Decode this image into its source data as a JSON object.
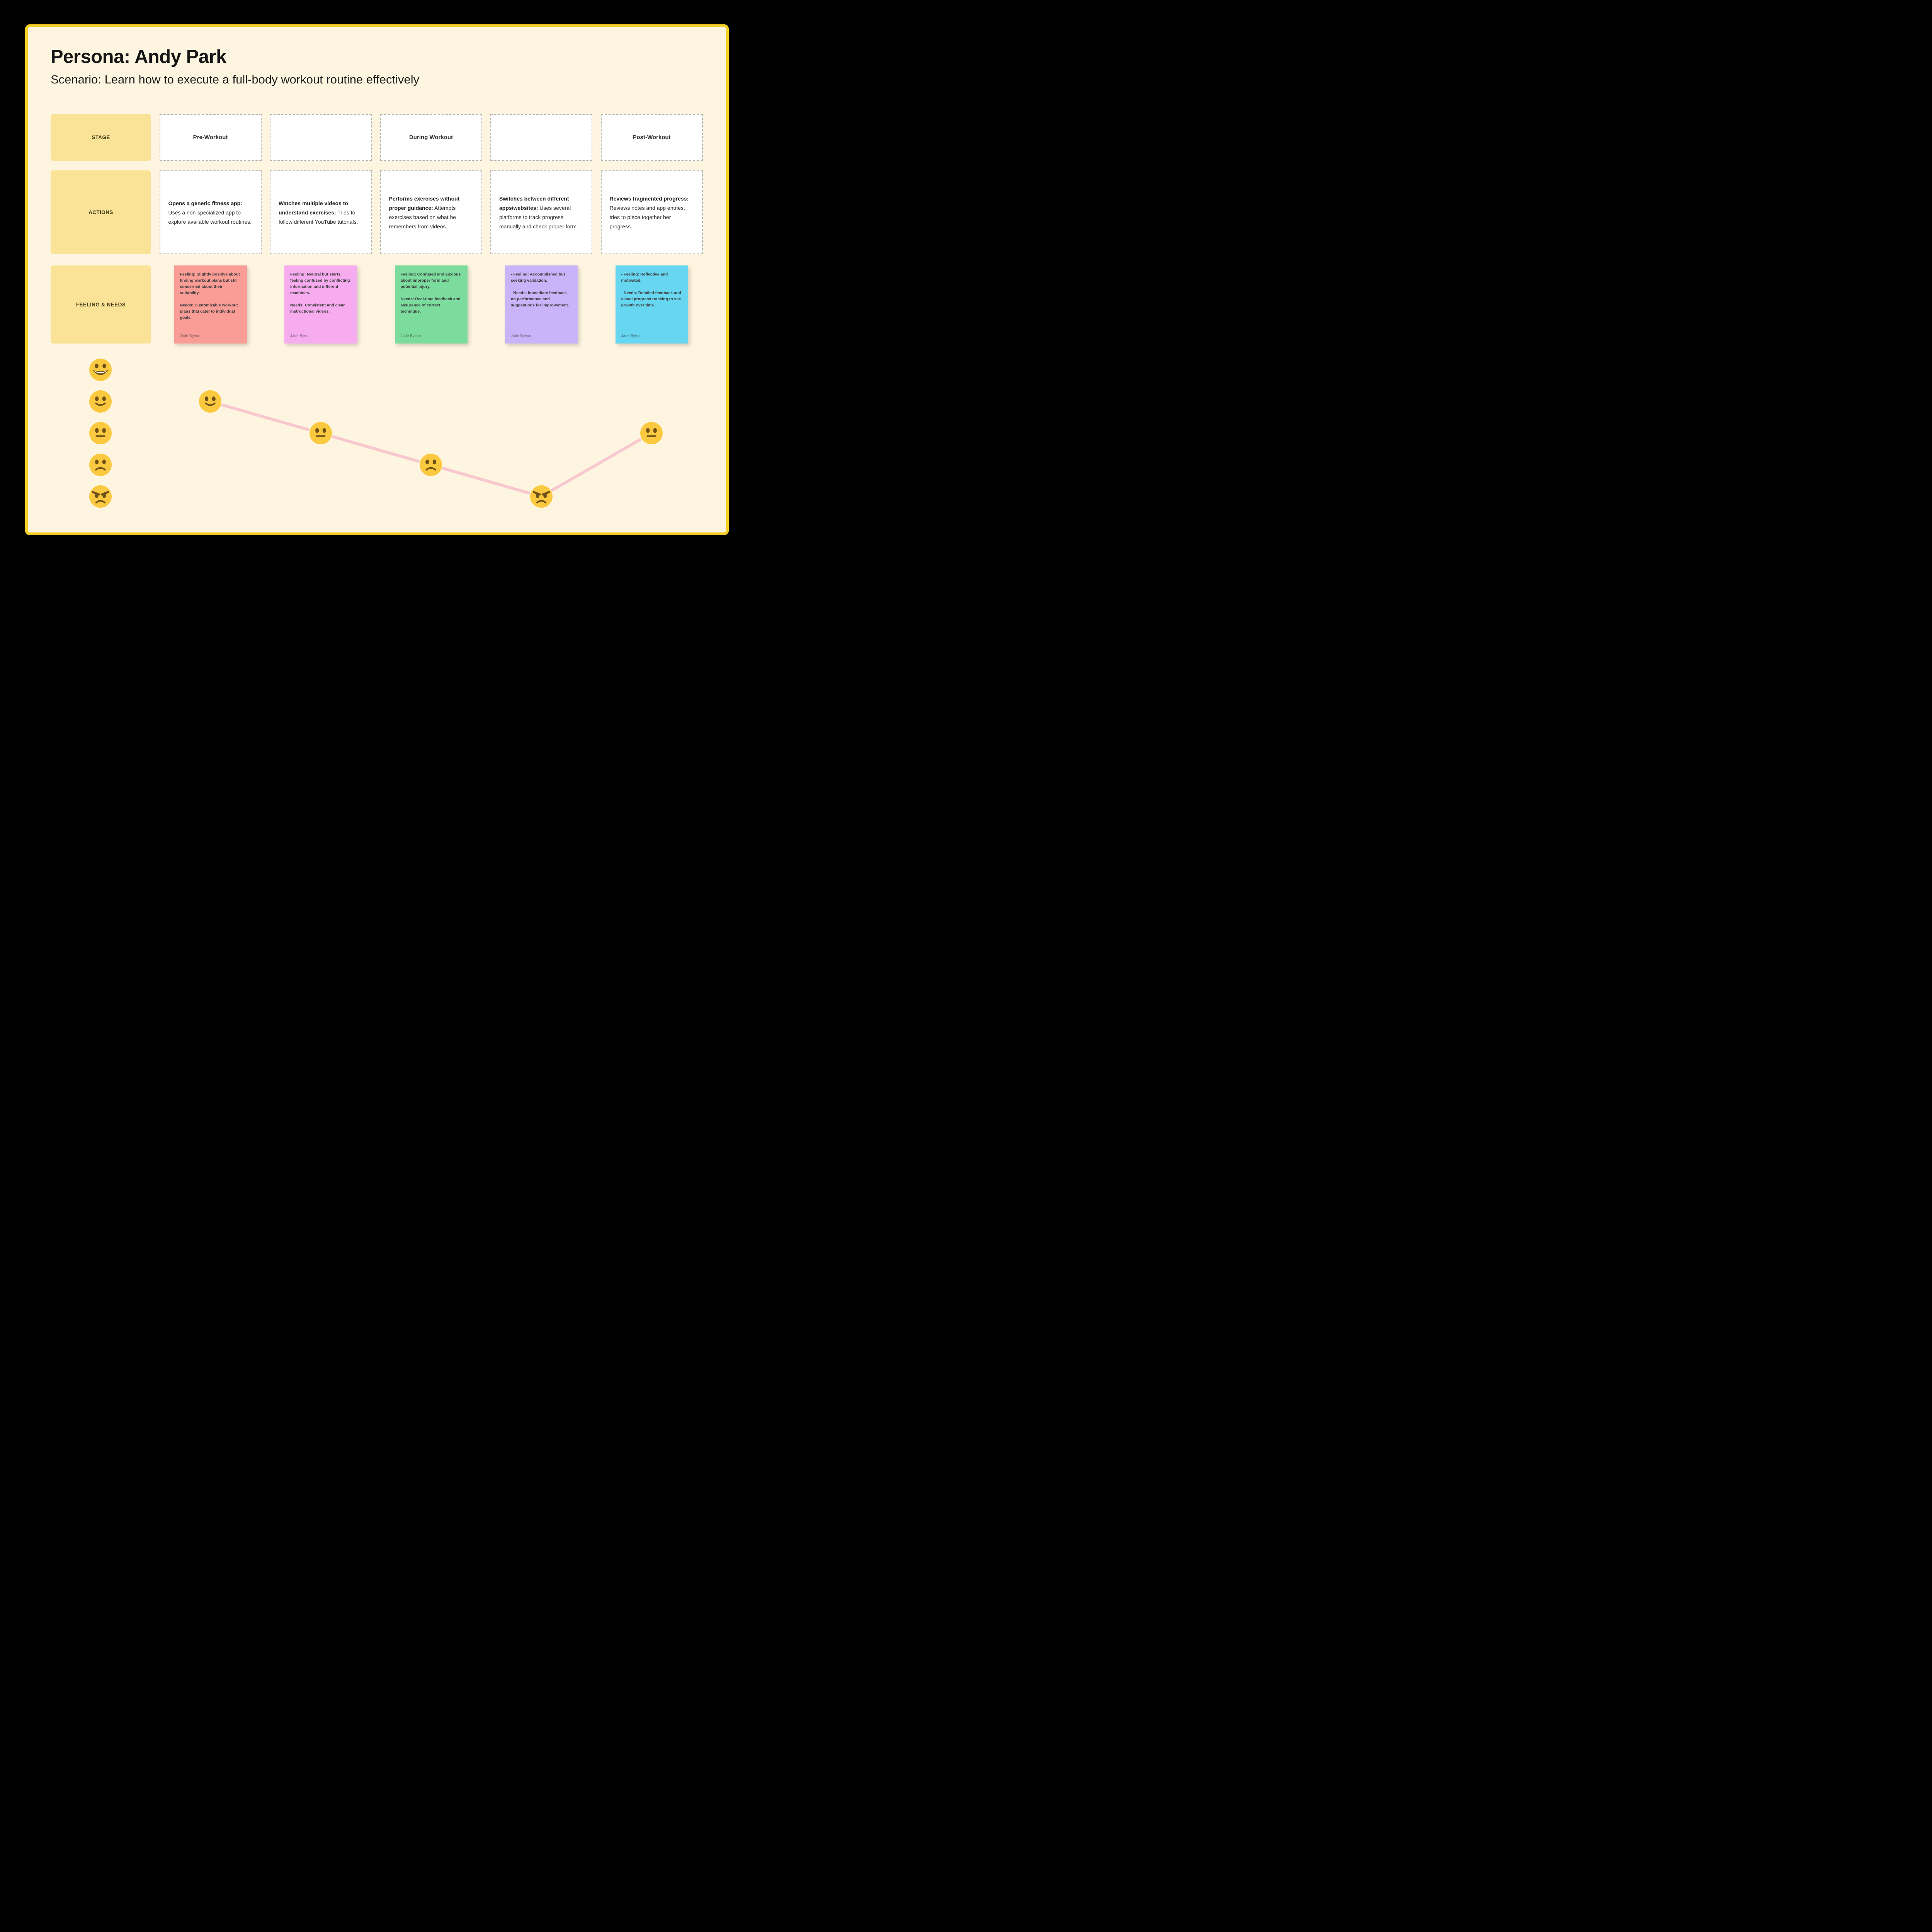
{
  "board": {
    "background": "#000000",
    "canvas_bg": "#FDF5DF",
    "frame_color": "#F5CE26",
    "label_cell_color": "#FAE396",
    "cell_border_color": "#B5B5B5"
  },
  "header": {
    "title": "Persona: Andy Park",
    "subtitle": "Scenario: Learn how to execute a full-body workout routine effectively"
  },
  "journey_map": {
    "row_labels": [
      "STAGE",
      "ACTIONS",
      "FEELING & NEEDS"
    ],
    "stages": [
      "Pre-Workout",
      "",
      "During Workout",
      "",
      "Post-Workout"
    ],
    "actions": [
      {
        "lead": "Opens a generic fitness app:",
        "rest": " Uses a non-specialized app to explore available workout routines."
      },
      {
        "lead": "Watches multiple videos to understand exercises:",
        "rest": " Tries to follow different YouTube tutorials."
      },
      {
        "lead": "Performs exercises without proper guidance:",
        "rest": " Attempts exercises based on what he remembers from videos."
      },
      {
        "lead": "Switches between different apps/websites:",
        "rest": " Uses several platforms to track progress manually and check proper form."
      },
      {
        "lead": "Reviews fragmented progress:",
        "rest": " Reviews notes and app entries, tries to piece together her progress."
      }
    ],
    "sticky_notes": [
      {
        "color": "#F99D96",
        "feeling": "Feeling: Slightly positive about finding workout plans but still concerned about their suitability.",
        "needs": "Needs: Customizable workout plans that cater to individual goals.",
        "author": "Jade Byeon"
      },
      {
        "color": "#F7ACF0",
        "feeling": "Feeling: Neutral but starts feeling confused by conflicting information and different machines.",
        "needs": "Needs: Consistent and clear instructional videos.",
        "author": "Jade Byeon"
      },
      {
        "color": "#7CDC9E",
        "feeling": "Feeling: Confused and anxious about improper form and potential injury.",
        "needs": "Needs: Real-time feedback and assurance of correct technique.",
        "author": "Jade Byeon"
      },
      {
        "color": "#C9B4F9",
        "feeling": "- Feeling: Accomplished but seeking validation.",
        "needs": "- Needs: Immediate feedback on performance and suggestions for improvement.",
        "author": "Jade Byeon"
      },
      {
        "color": "#67D6F0",
        "feeling": "- Feeling: Reflective and motivated.",
        "needs": "- Needs: Detailed feedback and visual progress tracking to see growth over time.",
        "author": "Jade Byeon"
      }
    ]
  },
  "chart_data": {
    "type": "line",
    "title": "Feeling curve across workout stages",
    "y_scale_emojis": [
      "grinning-face",
      "slightly-smiling-face",
      "neutral-face",
      "slightly-frowning-face",
      "angry-face"
    ],
    "y_scale_levels": [
      5,
      4,
      3,
      2,
      1
    ],
    "x_categories": [
      "Pre-Workout",
      "",
      "During Workout",
      "",
      "Post-Workout"
    ],
    "points": [
      {
        "column": 1,
        "emotion": "slightly-smiling-face",
        "level": 4
      },
      {
        "column": 2,
        "emotion": "neutral-face",
        "level": 3
      },
      {
        "column": 3,
        "emotion": "slightly-frowning-face",
        "level": 2
      },
      {
        "column": 4,
        "emotion": "angry-face",
        "level": 1
      },
      {
        "column": 5,
        "emotion": "neutral-face",
        "level": 3
      }
    ],
    "line_color": "#F8C7CF",
    "emoji_face_color": "#FBC93F",
    "emoji_feature_color": "#6F5118",
    "legend_position": "left",
    "grid": "off"
  }
}
